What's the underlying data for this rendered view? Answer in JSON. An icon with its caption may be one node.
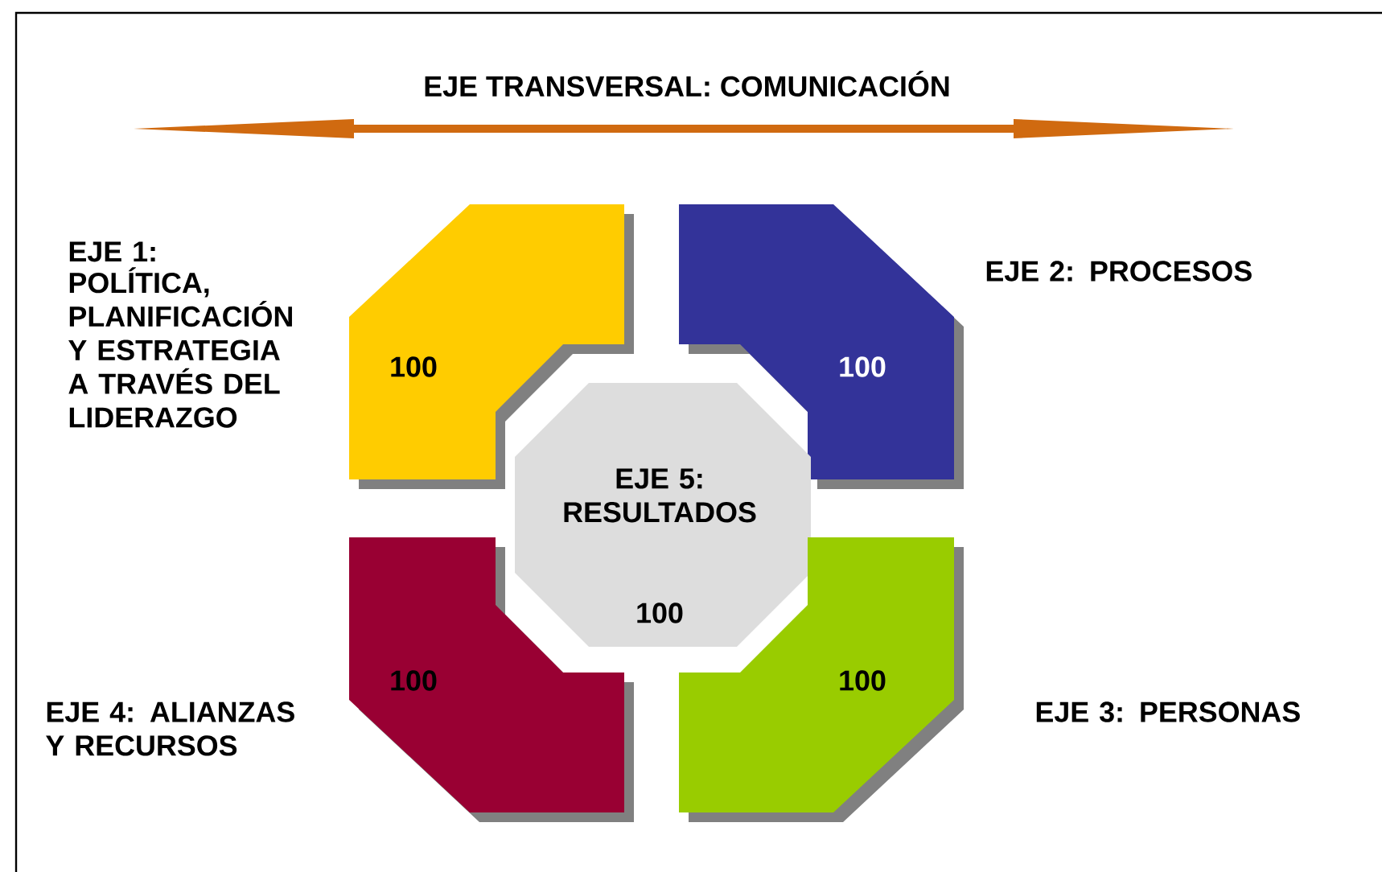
{
  "diagram": {
    "title": "EJE TRANSVERSAL:   COMUNICACIÓN",
    "nodes": [
      {
        "text": [
          "100"
        ],
        "beside": [
          "EJE 1:",
          "POLÍTICA, PLANIFICACIÓN Y ESTRATEGIA A TRAVÉS DEL LIDERAZGO"
        ]
      },
      {
        "text": [
          "100"
        ],
        "beside": [
          "EJE 2: PROCESOS"
        ]
      },
      {
        "text": [
          "EJE 5: RESULTADOS",
          "100"
        ]
      },
      {
        "text": [
          "100"
        ],
        "beside": [
          "EJE 4: ALIANZAS Y RECURSOS"
        ]
      },
      {
        "text": [
          "100"
        ],
        "beside": [
          "EJE 3: PERSONAS"
        ]
      }
    ],
    "edges": []
  }
}
